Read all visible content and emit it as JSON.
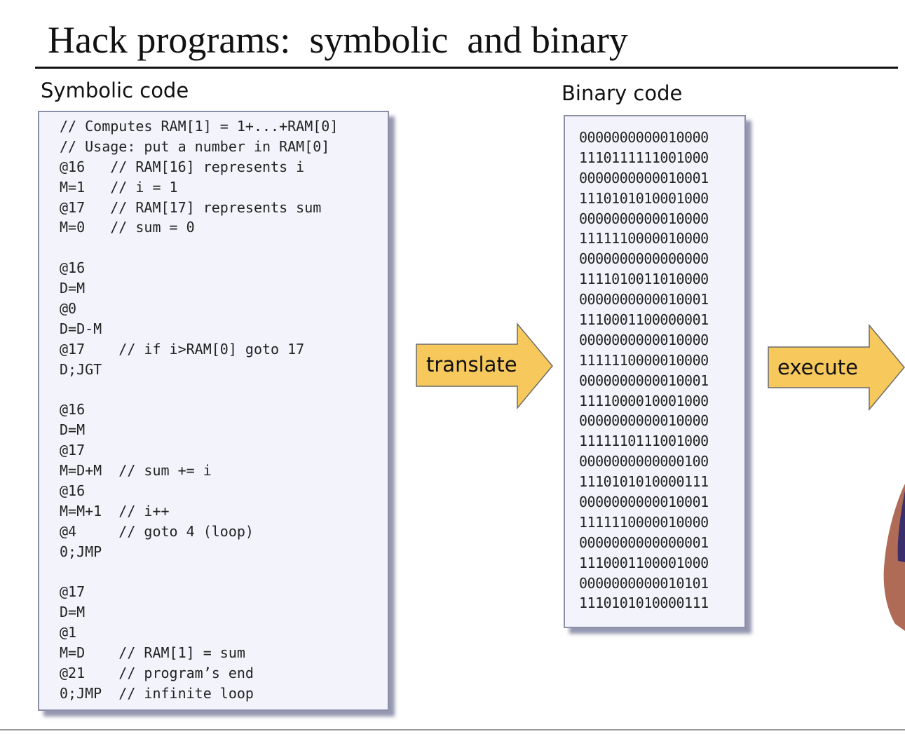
{
  "title": "Hack programs:  symbolic  and binary",
  "symbolic": {
    "label": "Symbolic code",
    "lines": [
      "// Computes RAM[1] = 1+...+RAM[0]",
      "// Usage: put a number in RAM[0]",
      "@16   // RAM[16] represents i",
      "M=1   // i = 1",
      "@17   // RAM[17] represents sum",
      "M=0   // sum = 0",
      "",
      "@16",
      "D=M",
      "@0",
      "D=D-M",
      "@17    // if i>RAM[0] goto 17",
      "D;JGT",
      "",
      "@16",
      "D=M",
      "@17",
      "M=D+M  // sum += i",
      "@16",
      "M=M+1  // i++",
      "@4     // goto 4 (loop)",
      "0;JMP",
      "",
      "@17",
      "D=M",
      "@1",
      "M=D    // RAM[1] = sum",
      "@21    // program’s end",
      "0;JMP  // infinite loop"
    ]
  },
  "binary": {
    "label": "Binary code",
    "lines": [
      "0000000000010000",
      "1110111111001000",
      "0000000000010001",
      "1110101010001000",
      "0000000000010000",
      "1111110000010000",
      "0000000000000000",
      "1111010011010000",
      "0000000000010001",
      "1110001100000001",
      "0000000000010000",
      "1111110000010000",
      "0000000000010001",
      "1111000010001000",
      "0000000000010000",
      "1111110111001000",
      "0000000000000100",
      "1110101010000111",
      "0000000000010001",
      "1111110000010000",
      "0000000000000001",
      "1110001100001000",
      "0000000000010101",
      "1110101010000111"
    ]
  },
  "arrows": {
    "translate": "translate",
    "execute": "execute"
  },
  "colors": {
    "arrow_fill": "#f7c95c",
    "arrow_stroke": "#6b6b6b",
    "box_fill": "#f3f4fb"
  }
}
